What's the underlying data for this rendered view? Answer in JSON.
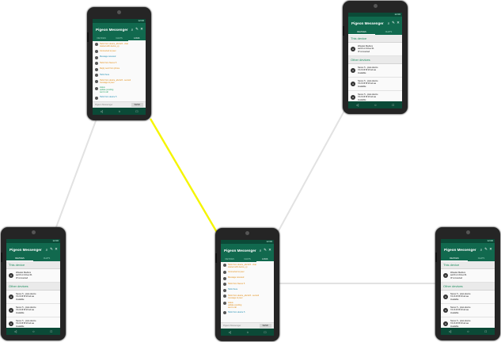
{
  "colors": {
    "primary": "#11694e",
    "primary_dark": "#0b4a37",
    "accent": "#1e8f5f",
    "highlight_link": "#f5f500",
    "link": "#e2e2e2"
  },
  "status": {
    "time": "12:00"
  },
  "app": {
    "title": "Pigeon Messenger",
    "icons": [
      "bluetooth-search-icon",
      "edit-icon",
      "close-icon"
    ]
  },
  "tabs": {
    "devices": "DEVICES",
    "chats": "CHATS",
    "logs": "LOGS"
  },
  "sections": {
    "this_device": "This device",
    "other_devices": "Other devices"
  },
  "self_device": "Wavelet Medium\naa:bb:cc:dd:ee:01\nIP connected",
  "other_device": "Nexus 5 - pixel-device\n7d:cb:0f:9f:23:a1:aa\nAvailable",
  "chat_messages": [
    "Hello from device_abc123 - chat\nstarted with device_xy",
    "Connected to peer",
    "Message received",
    "Hello from Nexus 5",
    "Reply sent from phone",
    "Hello there",
    "Hello from device_abc123 - second\nmessage to peer",
    "status\nupdate pending\nsent to all",
    "Hello from device 5"
  ],
  "input": {
    "placeholder": "Pigeon Messenger",
    "send": "SEND"
  },
  "nav": {
    "back": "◁",
    "home": "○",
    "recents": "□"
  }
}
